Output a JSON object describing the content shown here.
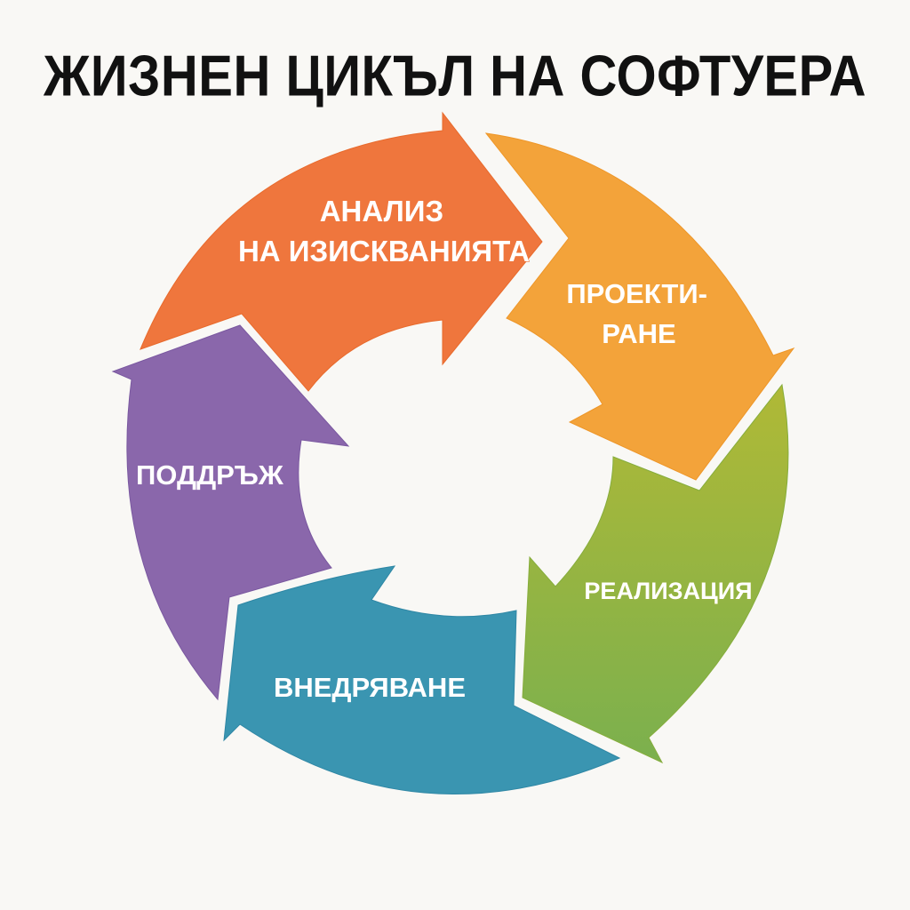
{
  "title": "ЖИЗНЕН ЦИКЪЛ НА СОФТУЕРА",
  "background": "#f9f8f5",
  "stages": [
    {
      "id": "analysis",
      "lines": [
        "АНАЛИЗ",
        "НА ИЗИСКВАНИЯТА"
      ],
      "color": "#ef763d",
      "icon": "arrow-clockwise-icon"
    },
    {
      "id": "design",
      "lines": [
        "ПРОЕКТИ-",
        "РАНЕ"
      ],
      "color": "#f3a33a",
      "icon": "arrow-clockwise-icon"
    },
    {
      "id": "implementation",
      "lines": [
        "РЕАЛИЗАЦИЯ"
      ],
      "color_top": "#b0b936",
      "color_bottom": "#7bb04e",
      "icon": "arrow-clockwise-icon"
    },
    {
      "id": "deployment",
      "lines": [
        "ВНЕДРЯВАНЕ"
      ],
      "color": "#3a95b1",
      "icon": "arrow-clockwise-icon"
    },
    {
      "id": "maintenance",
      "lines": [
        "ПОДДРЪЖ"
      ],
      "color": "#8a67ab",
      "icon": "arrow-clockwise-icon"
    }
  ]
}
